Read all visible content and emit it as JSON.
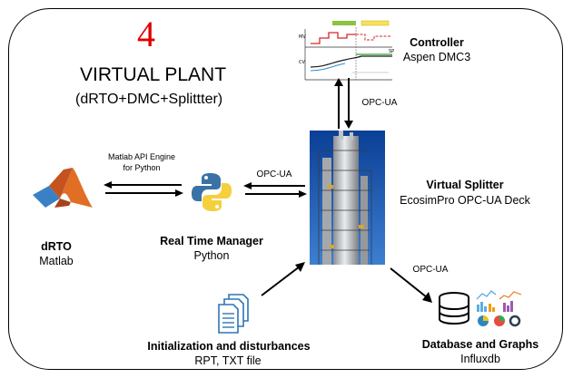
{
  "figure_number": "4",
  "plant": {
    "title": "VIRTUAL PLANT",
    "subtitle": "(dRTO+DMC+Splittter)"
  },
  "nodes": {
    "controller": {
      "title": "Controller",
      "subtitle": "Aspen DMC3"
    },
    "splitter": {
      "title": "Virtual Splitter",
      "subtitle": "EcosimPro OPC-UA Deck"
    },
    "drto": {
      "title": "dRTO",
      "subtitle": "Matlab"
    },
    "rtm": {
      "title": "Real Time Manager",
      "subtitle": "Python"
    },
    "init": {
      "title": "Initialization and disturbances",
      "subtitle": "RPT, TXT file"
    },
    "db": {
      "title": "Database and Graphs",
      "subtitle": "Influxdb"
    }
  },
  "links": {
    "controller_splitter": "OPC-UA",
    "rtm_splitter": "OPC-UA",
    "splitter_db": "OPC-UA",
    "matlab_api_line1": "Matlab API Engine",
    "matlab_api_line2": "for Python"
  },
  "colors": {
    "figure_number": "#e00000",
    "python_blue": "#3a72a6",
    "python_yellow": "#f5cf3c",
    "matlab_orange": "#e16e25",
    "doc_blue": "#2e75b6"
  },
  "icons": {
    "controller": "dmc-trend-chart-icon",
    "splitter": "distillation-column-photo",
    "drto": "matlab-logo-icon",
    "rtm": "python-logo-icon",
    "init": "documents-icon",
    "db": "database-icon"
  }
}
